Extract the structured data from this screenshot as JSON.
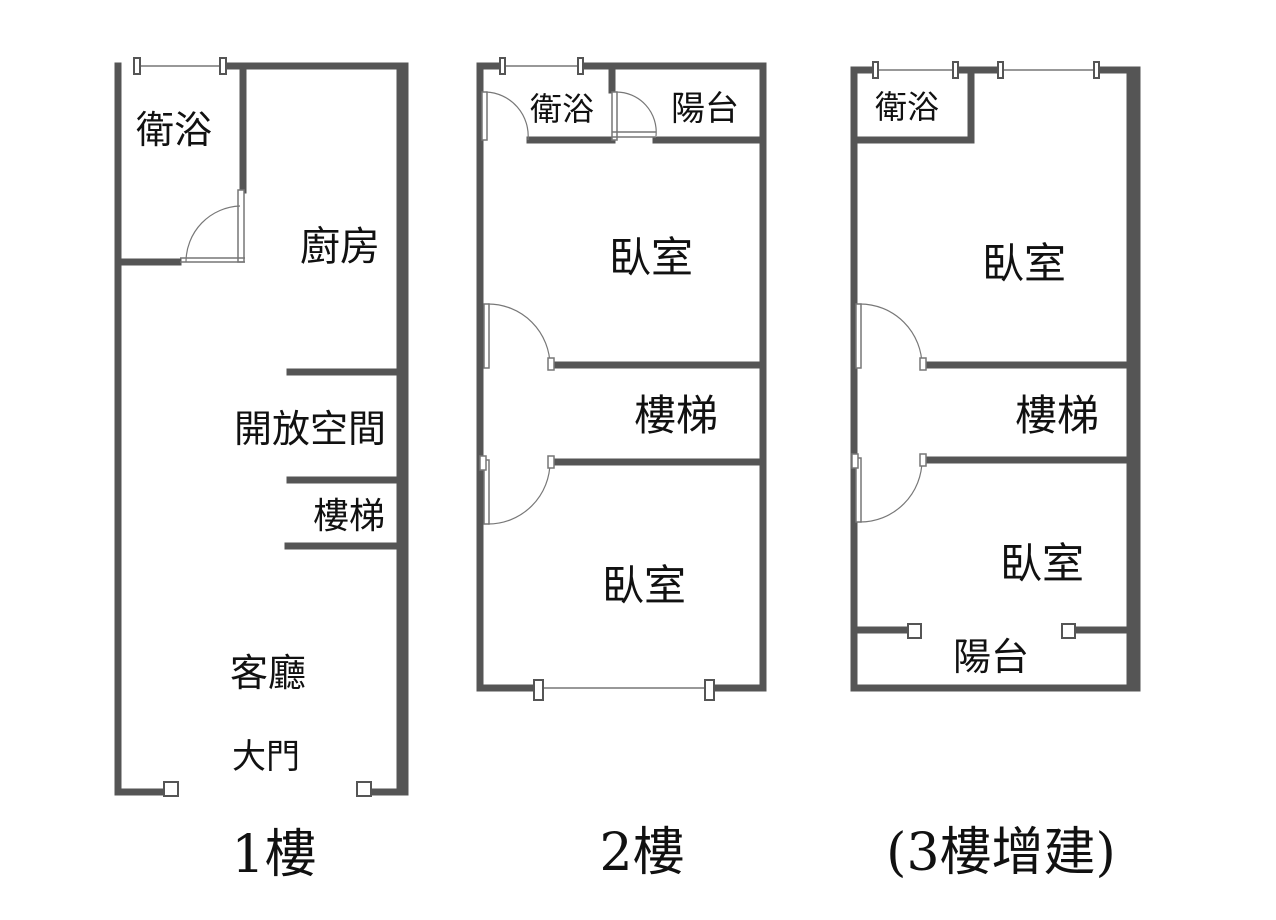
{
  "floor1": {
    "bath": "衛浴",
    "kitchen": "廚房",
    "open_space": "開放空間",
    "stairs": "樓梯",
    "living": "客廳",
    "main_door": "大門",
    "label": "1樓"
  },
  "floor2": {
    "bath": "衛浴",
    "balcony": "陽台",
    "bedroom_top": "臥室",
    "stairs": "樓梯",
    "bedroom_bottom": "臥室",
    "label": "2樓"
  },
  "floor3": {
    "bath": "衛浴",
    "bedroom_top": "臥室",
    "stairs": "樓梯",
    "bedroom_bottom": "臥室",
    "balcony": "陽台",
    "label": "(3樓增建)"
  }
}
